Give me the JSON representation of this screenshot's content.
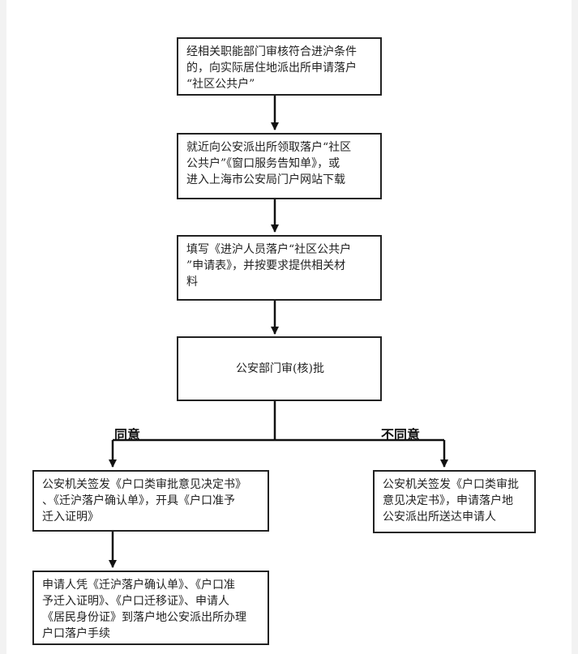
{
  "steps": [
    {
      "lines": [
        "经相关职能部门审核符合进沪条件",
        "的，向实际居住地派出所申请落户",
        "“社区公共户”"
      ]
    },
    {
      "lines": [
        "就近向公安派出所领取落户“社区",
        "公共户”《窗口服务告知单》，或",
        "进入上海市公安局门户网站下载"
      ]
    },
    {
      "lines": [
        "填写《进沪人员落户“社区公共户",
        "”申请表》，并按要求提供相关材",
        "料"
      ]
    },
    {
      "lines": [
        "公安部门审(核)批"
      ]
    }
  ],
  "branches": {
    "agree_label": "同意",
    "disagree_label": "不同意",
    "agree": {
      "lines": [
        "公安机关签发《户口类审批意见决定书》",
        "、《迁沪落户确认单》，开具《户口准予",
        "迁入证明》"
      ]
    },
    "disagree": {
      "lines": [
        "公安机关签发《户口类审批",
        "意见决定书》，申请落户地",
        "公安派出所送达申请人"
      ]
    },
    "final": {
      "lines": [
        "申请人凭《迁沪落户确认单》、《户口准",
        "予迁入证明》、《户口迁移证》、申请人",
        "《居民身份证》到落户地公安派出所办理",
        "户口落户手续"
      ]
    }
  }
}
